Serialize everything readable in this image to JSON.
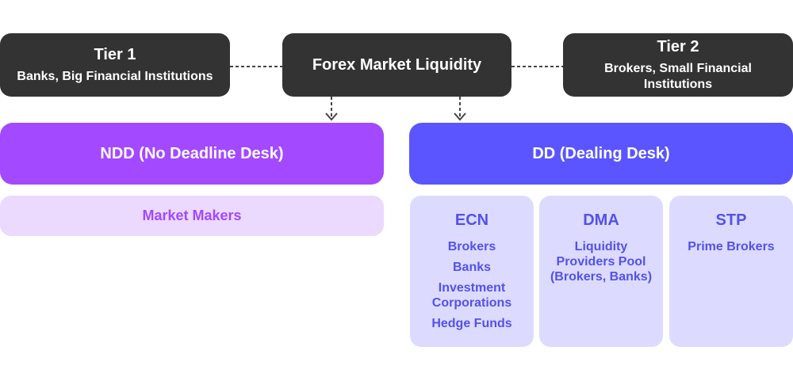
{
  "tier1": {
    "title": "Tier 1",
    "subtitle": "Banks, Big Financial Institutions"
  },
  "center": {
    "title": "Forex Market Liquidity"
  },
  "tier2": {
    "title": "Tier 2",
    "subtitle": "Brokers, Small Financial Institutions"
  },
  "ndd": {
    "title": "NDD (No Deadline Desk)",
    "sub": "Market Makers"
  },
  "dd": {
    "title": "DD (Dealing Desk)",
    "cards": [
      {
        "title": "ECN",
        "items": [
          "Brokers",
          "Banks",
          "Investment Corporations",
          "Hedge Funds"
        ]
      },
      {
        "title": "DMA",
        "items": [
          "Liquidity Providers Pool (Brokers, Banks)"
        ]
      },
      {
        "title": "STP",
        "items": [
          "Prime Brokers"
        ]
      }
    ]
  },
  "colors": {
    "dark": "#333333",
    "ndd": "#a349ff",
    "dd": "#5a55ff",
    "market_makers_bg": "#ecd9fe",
    "card_bg": "#dcdbff",
    "card_text": "#5451e8"
  }
}
